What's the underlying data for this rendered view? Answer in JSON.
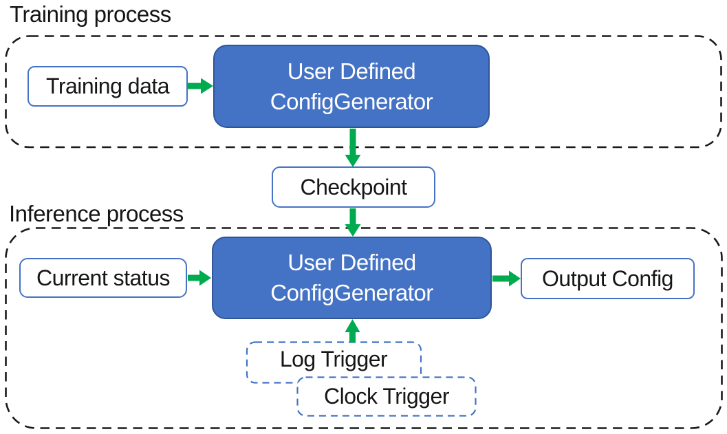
{
  "diagram": {
    "title": "ConfigGenerator training and inference process diagram",
    "sections": {
      "training": {
        "label": "Training process"
      },
      "inference": {
        "label": "Inference process"
      }
    },
    "nodes": {
      "training_data": {
        "label": "Training data",
        "style": "white-solid-border"
      },
      "generator_training": {
        "label": "User Defined\nConfigGenerator",
        "style": "blue-filled"
      },
      "checkpoint": {
        "label": "Checkpoint",
        "style": "white-solid-border"
      },
      "current_status": {
        "label": "Current status",
        "style": "white-solid-border"
      },
      "generator_inference": {
        "label": "User Defined\nConfigGenerator",
        "style": "blue-filled"
      },
      "output_config": {
        "label": "Output Config",
        "style": "white-solid-border"
      },
      "log_trigger": {
        "label": "Log Trigger",
        "style": "white-dashed-border"
      },
      "clock_trigger": {
        "label": "Clock Trigger",
        "style": "white-dashed-border"
      }
    },
    "edges": [
      {
        "from": "training_data",
        "to": "generator_training",
        "direction": "right"
      },
      {
        "from": "generator_training",
        "to": "checkpoint",
        "direction": "down"
      },
      {
        "from": "checkpoint",
        "to": "generator_inference",
        "direction": "down"
      },
      {
        "from": "current_status",
        "to": "generator_inference",
        "direction": "right"
      },
      {
        "from": "generator_inference",
        "to": "output_config",
        "direction": "right"
      },
      {
        "from": "log_trigger",
        "to": "generator_inference",
        "direction": "up"
      }
    ],
    "colors": {
      "node_fill_blue": "#4472C4",
      "node_border_dark_blue": "#2F5597",
      "white_node_border_blue": "#4472C4",
      "arrow_green": "#00AB50",
      "container_dash_black": "#1a1a1a",
      "text_dark": "#161616",
      "text_light": "#ffffff",
      "background": "#ffffff"
    }
  }
}
